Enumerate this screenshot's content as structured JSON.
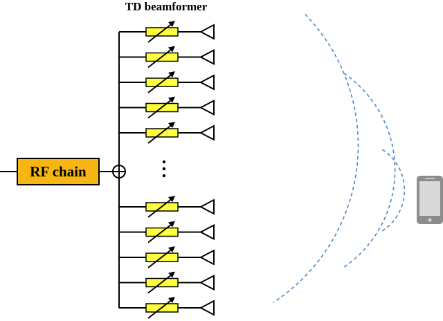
{
  "title": "TD beamformer",
  "rf_chain": {
    "label": "RF chain"
  },
  "beamformer": {
    "upper_branches": 5,
    "lower_branches": 5,
    "gap_symbol": "⋮"
  },
  "colors": {
    "rf_box_fill": "#f7b614",
    "phase_shifter_fill": "#ffff3c",
    "line": "#000000",
    "wave": "#4a86c9",
    "phone_body": "#8c8c8c",
    "phone_screen": "#d9d9d9"
  },
  "icons": {
    "receiver": "smartphone-icon",
    "antenna": "antenna-triangle-icon",
    "combiner": "summing-junction-icon"
  }
}
